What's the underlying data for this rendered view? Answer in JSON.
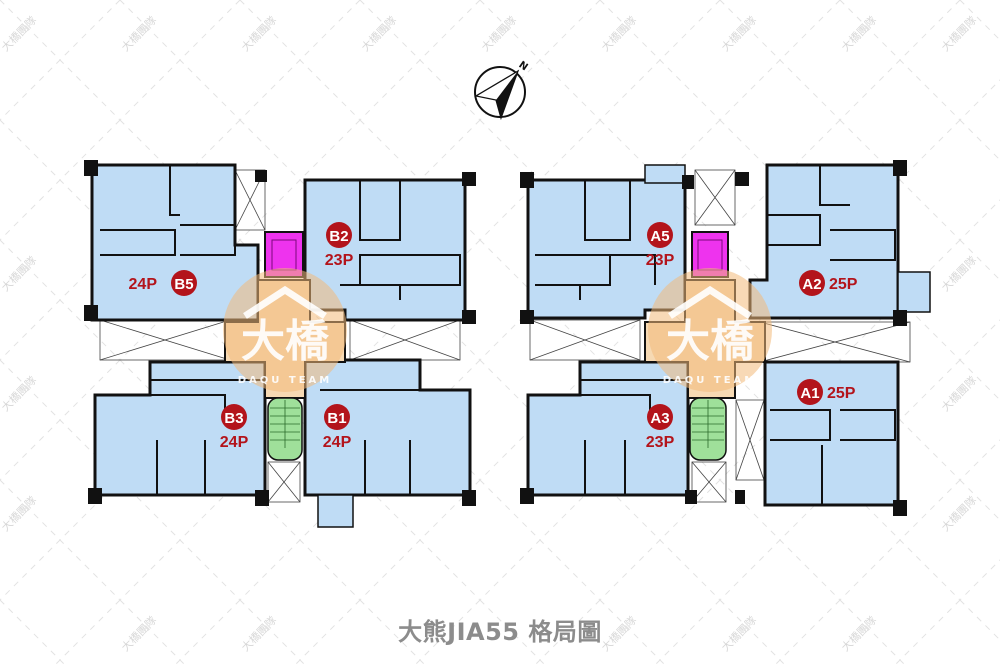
{
  "title": "大熊JIA55 格局圖",
  "compass": {
    "label": "N",
    "icon": "north-arrow-icon"
  },
  "watermark": {
    "text": "大橋團隊"
  },
  "logo": {
    "main_text": "大橋",
    "sub_text": "DAQU TEAM"
  },
  "colors": {
    "unit_fill": "#bfdcf5",
    "wall": "#111111",
    "badge": "#b3141b",
    "label_text": "#b3141b",
    "elevator": "#ee33ee",
    "stair": "#9fe09a",
    "lobby": "#f6d9b3",
    "logo_circle": "#f2b97a",
    "title_text": "#8c8c8c"
  },
  "buildings": [
    {
      "name": "B building",
      "units": [
        {
          "id": "B5",
          "size": "24P"
        },
        {
          "id": "B2",
          "size": "23P"
        },
        {
          "id": "B3",
          "size": "24P"
        },
        {
          "id": "B1",
          "size": "24P"
        }
      ]
    },
    {
      "name": "A building",
      "units": [
        {
          "id": "A5",
          "size": "23P"
        },
        {
          "id": "A2",
          "size": "25P"
        },
        {
          "id": "A3",
          "size": "23P"
        },
        {
          "id": "A1",
          "size": "25P"
        }
      ]
    }
  ]
}
